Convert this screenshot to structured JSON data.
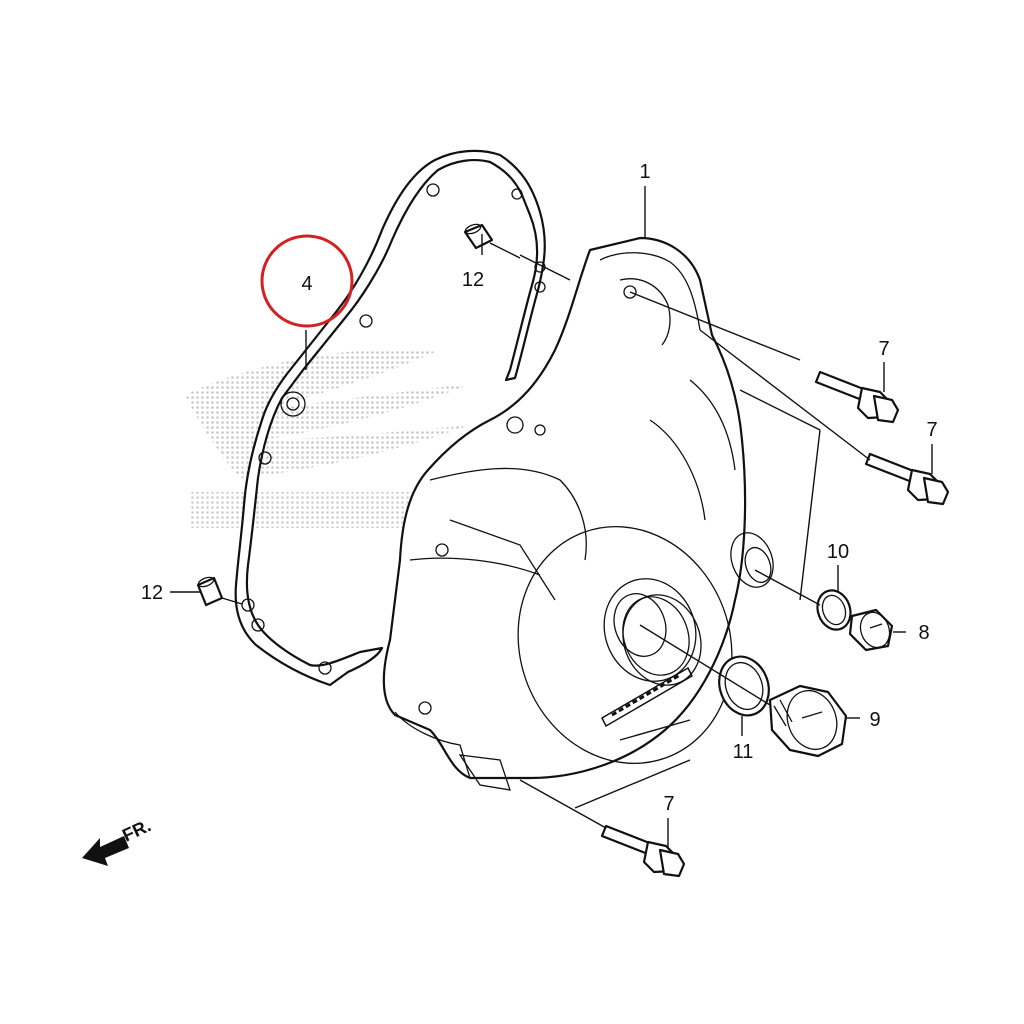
{
  "diagram": {
    "callouts": {
      "p1": "1",
      "p4": "4",
      "p7a": "7",
      "p7b": "7",
      "p7c": "7",
      "p8": "8",
      "p9": "9",
      "p10": "10",
      "p11": "11",
      "p12a": "12",
      "p12b": "12"
    },
    "front_arrow": "FR.",
    "highlight_color": "#d42020",
    "line_color": "#111111"
  }
}
